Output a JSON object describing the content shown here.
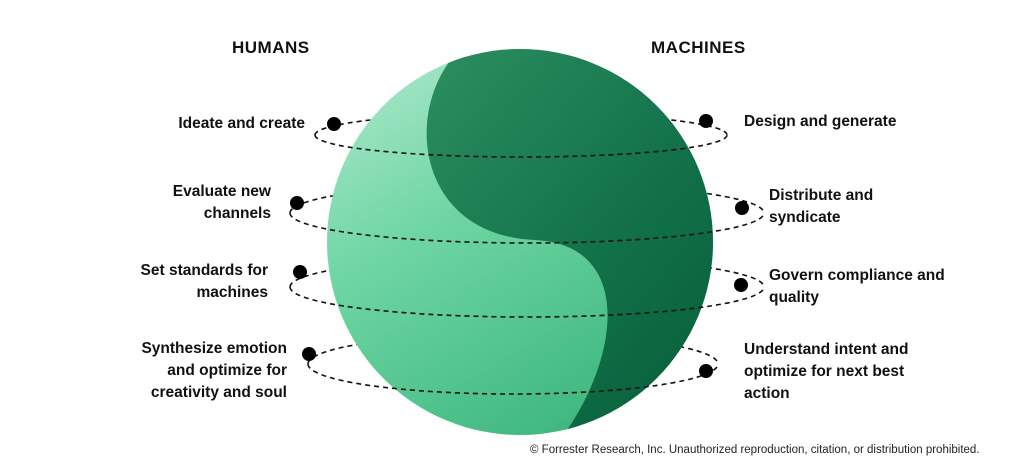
{
  "headers": {
    "left": "HUMANS",
    "right": "MACHINES"
  },
  "humans": [
    {
      "lines": [
        "Ideate and create"
      ]
    },
    {
      "lines": [
        "Evaluate new",
        "channels"
      ]
    },
    {
      "lines": [
        "Set standards for",
        "machines"
      ]
    },
    {
      "lines": [
        "Synthesize emotion",
        "and optimize for",
        "creativity and soul"
      ]
    }
  ],
  "machines": [
    {
      "lines": [
        "Design and generate"
      ]
    },
    {
      "lines": [
        "Distribute and",
        "syndicate"
      ]
    },
    {
      "lines": [
        "Govern compliance and",
        "quality"
      ]
    },
    {
      "lines": [
        "Understand intent and",
        "optimize for next best",
        "action"
      ]
    }
  ],
  "footer": "© Forrester Research, Inc. Unauthorized reproduction, citation, or distribution prohibited.",
  "colors": {
    "light_green": "#5fcf98",
    "dark_green": "#0d6a44"
  }
}
